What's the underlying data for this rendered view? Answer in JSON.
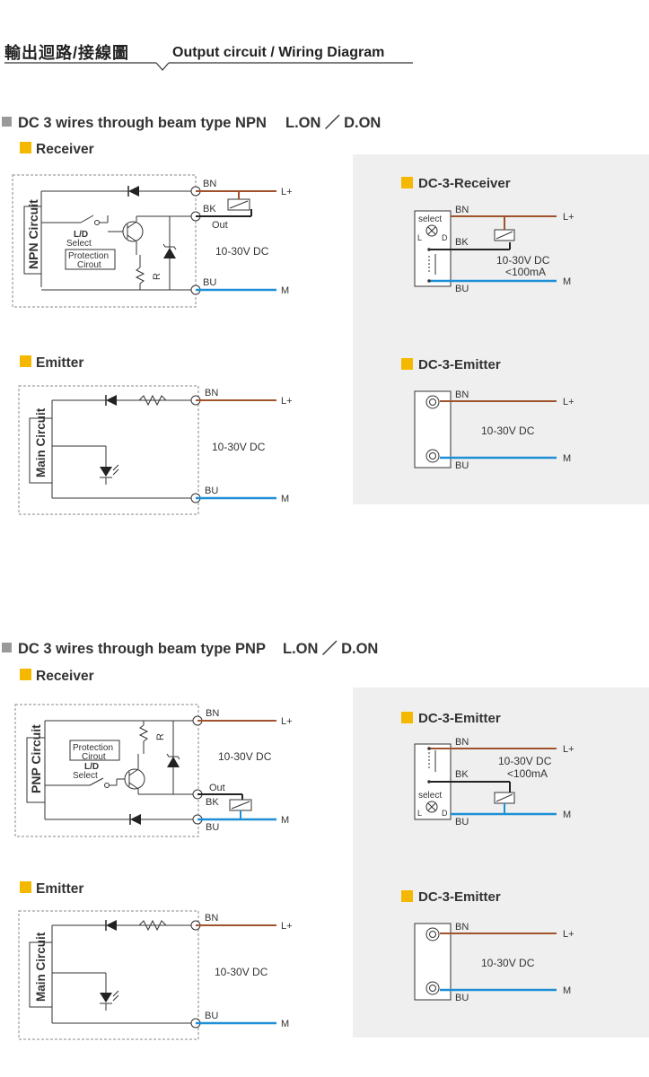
{
  "header": {
    "title_zh": "輸出迴路/接線圖",
    "title_en": "Output circuit / Wiring Diagram"
  },
  "npn": {
    "section_title": "DC 3 wires through beam type NPN",
    "mode": "L.ON ／ D.ON",
    "receiver_label": "Receiver",
    "emitter_label": "Emitter",
    "circuit_label": "NPN Circuit",
    "ld_select": "L/D",
    "select": "Select",
    "protection": "Protection",
    "cirout": "Cirout",
    "out": "Out",
    "r": "R",
    "main_circuit": "Main Circuit",
    "voltage": "10-30V DC",
    "right_receiver_title": "DC-3-Receiver",
    "right_emitter_title": "DC-3-Emitter",
    "current": "<100mA"
  },
  "pnp": {
    "section_title": "DC 3 wires through beam type PNP",
    "mode": "L.ON ／ D.ON",
    "receiver_label": "Receiver",
    "emitter_label": "Emitter",
    "circuit_label": "PNP Circuit",
    "ld_select": "L/D",
    "select": "Select",
    "protection": "Protection",
    "cirout": "Cirout",
    "out": "Out",
    "r": "R",
    "main_circuit": "Main Circuit",
    "voltage": "10-30V DC",
    "right_receiver_title": "DC-3-Emitter",
    "right_emitter_title": "DC-3-Emitter",
    "current": "<100mA"
  },
  "wires": {
    "bn": "BN",
    "bk": "BK",
    "bu": "BU",
    "lplus": "L+",
    "m": "M",
    "select": "select",
    "l": "L",
    "d": "D"
  },
  "colors": {
    "brown": "#a0522d",
    "blue": "#1e8fd6",
    "black": "#222222",
    "orange": "#f5b800",
    "gray_bg": "#efefef"
  }
}
